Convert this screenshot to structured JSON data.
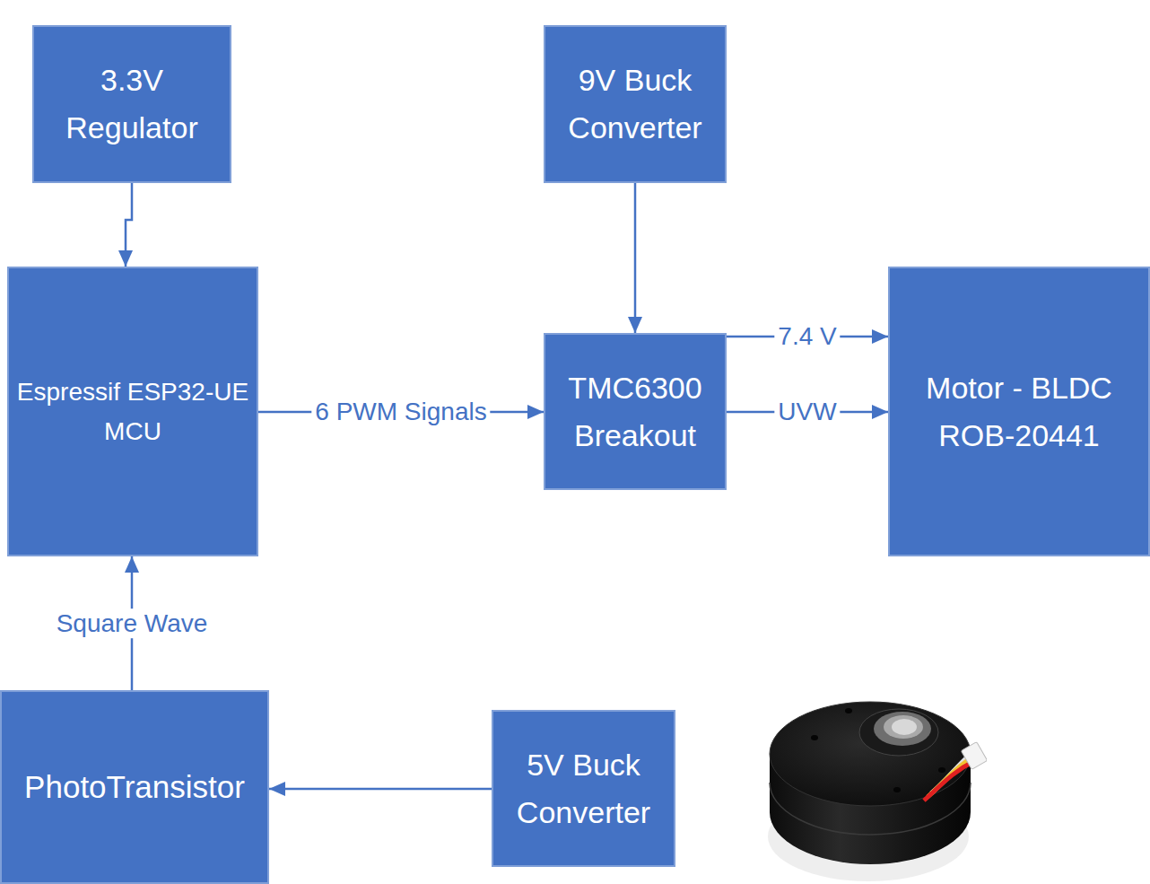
{
  "diagram": {
    "nodes": [
      {
        "text": [
          "3.3V Regulator"
        ]
      },
      {
        "text": [
          "9V Buck Converter"
        ]
      },
      {
        "text": [
          "Espressif ESP32-UE MCU"
        ]
      },
      {
        "text": [
          "TMC6300 Breakout"
        ]
      },
      {
        "text": [
          "Motor - BLDC ROB-20441"
        ]
      },
      {
        "text": [
          "PhotoTransistor"
        ]
      },
      {
        "text": [
          "5V Buck Converter"
        ]
      }
    ],
    "edges": [
      {
        "from": 0,
        "to": 2,
        "arrow": "to"
      },
      {
        "from": 1,
        "to": 3,
        "arrow": "to"
      },
      {
        "from": 2,
        "to": 3,
        "label": "6 PWM Signals",
        "arrow": "to"
      },
      {
        "from": 3,
        "to": 4,
        "label": "7.4 V",
        "arrow": "to"
      },
      {
        "from": 3,
        "to": 4,
        "label": "UVW",
        "arrow": "to"
      },
      {
        "from": 5,
        "to": 2,
        "label": "Square Wave",
        "arrow": "to"
      },
      {
        "from": 6,
        "to": 5,
        "arrow": "to"
      }
    ]
  }
}
